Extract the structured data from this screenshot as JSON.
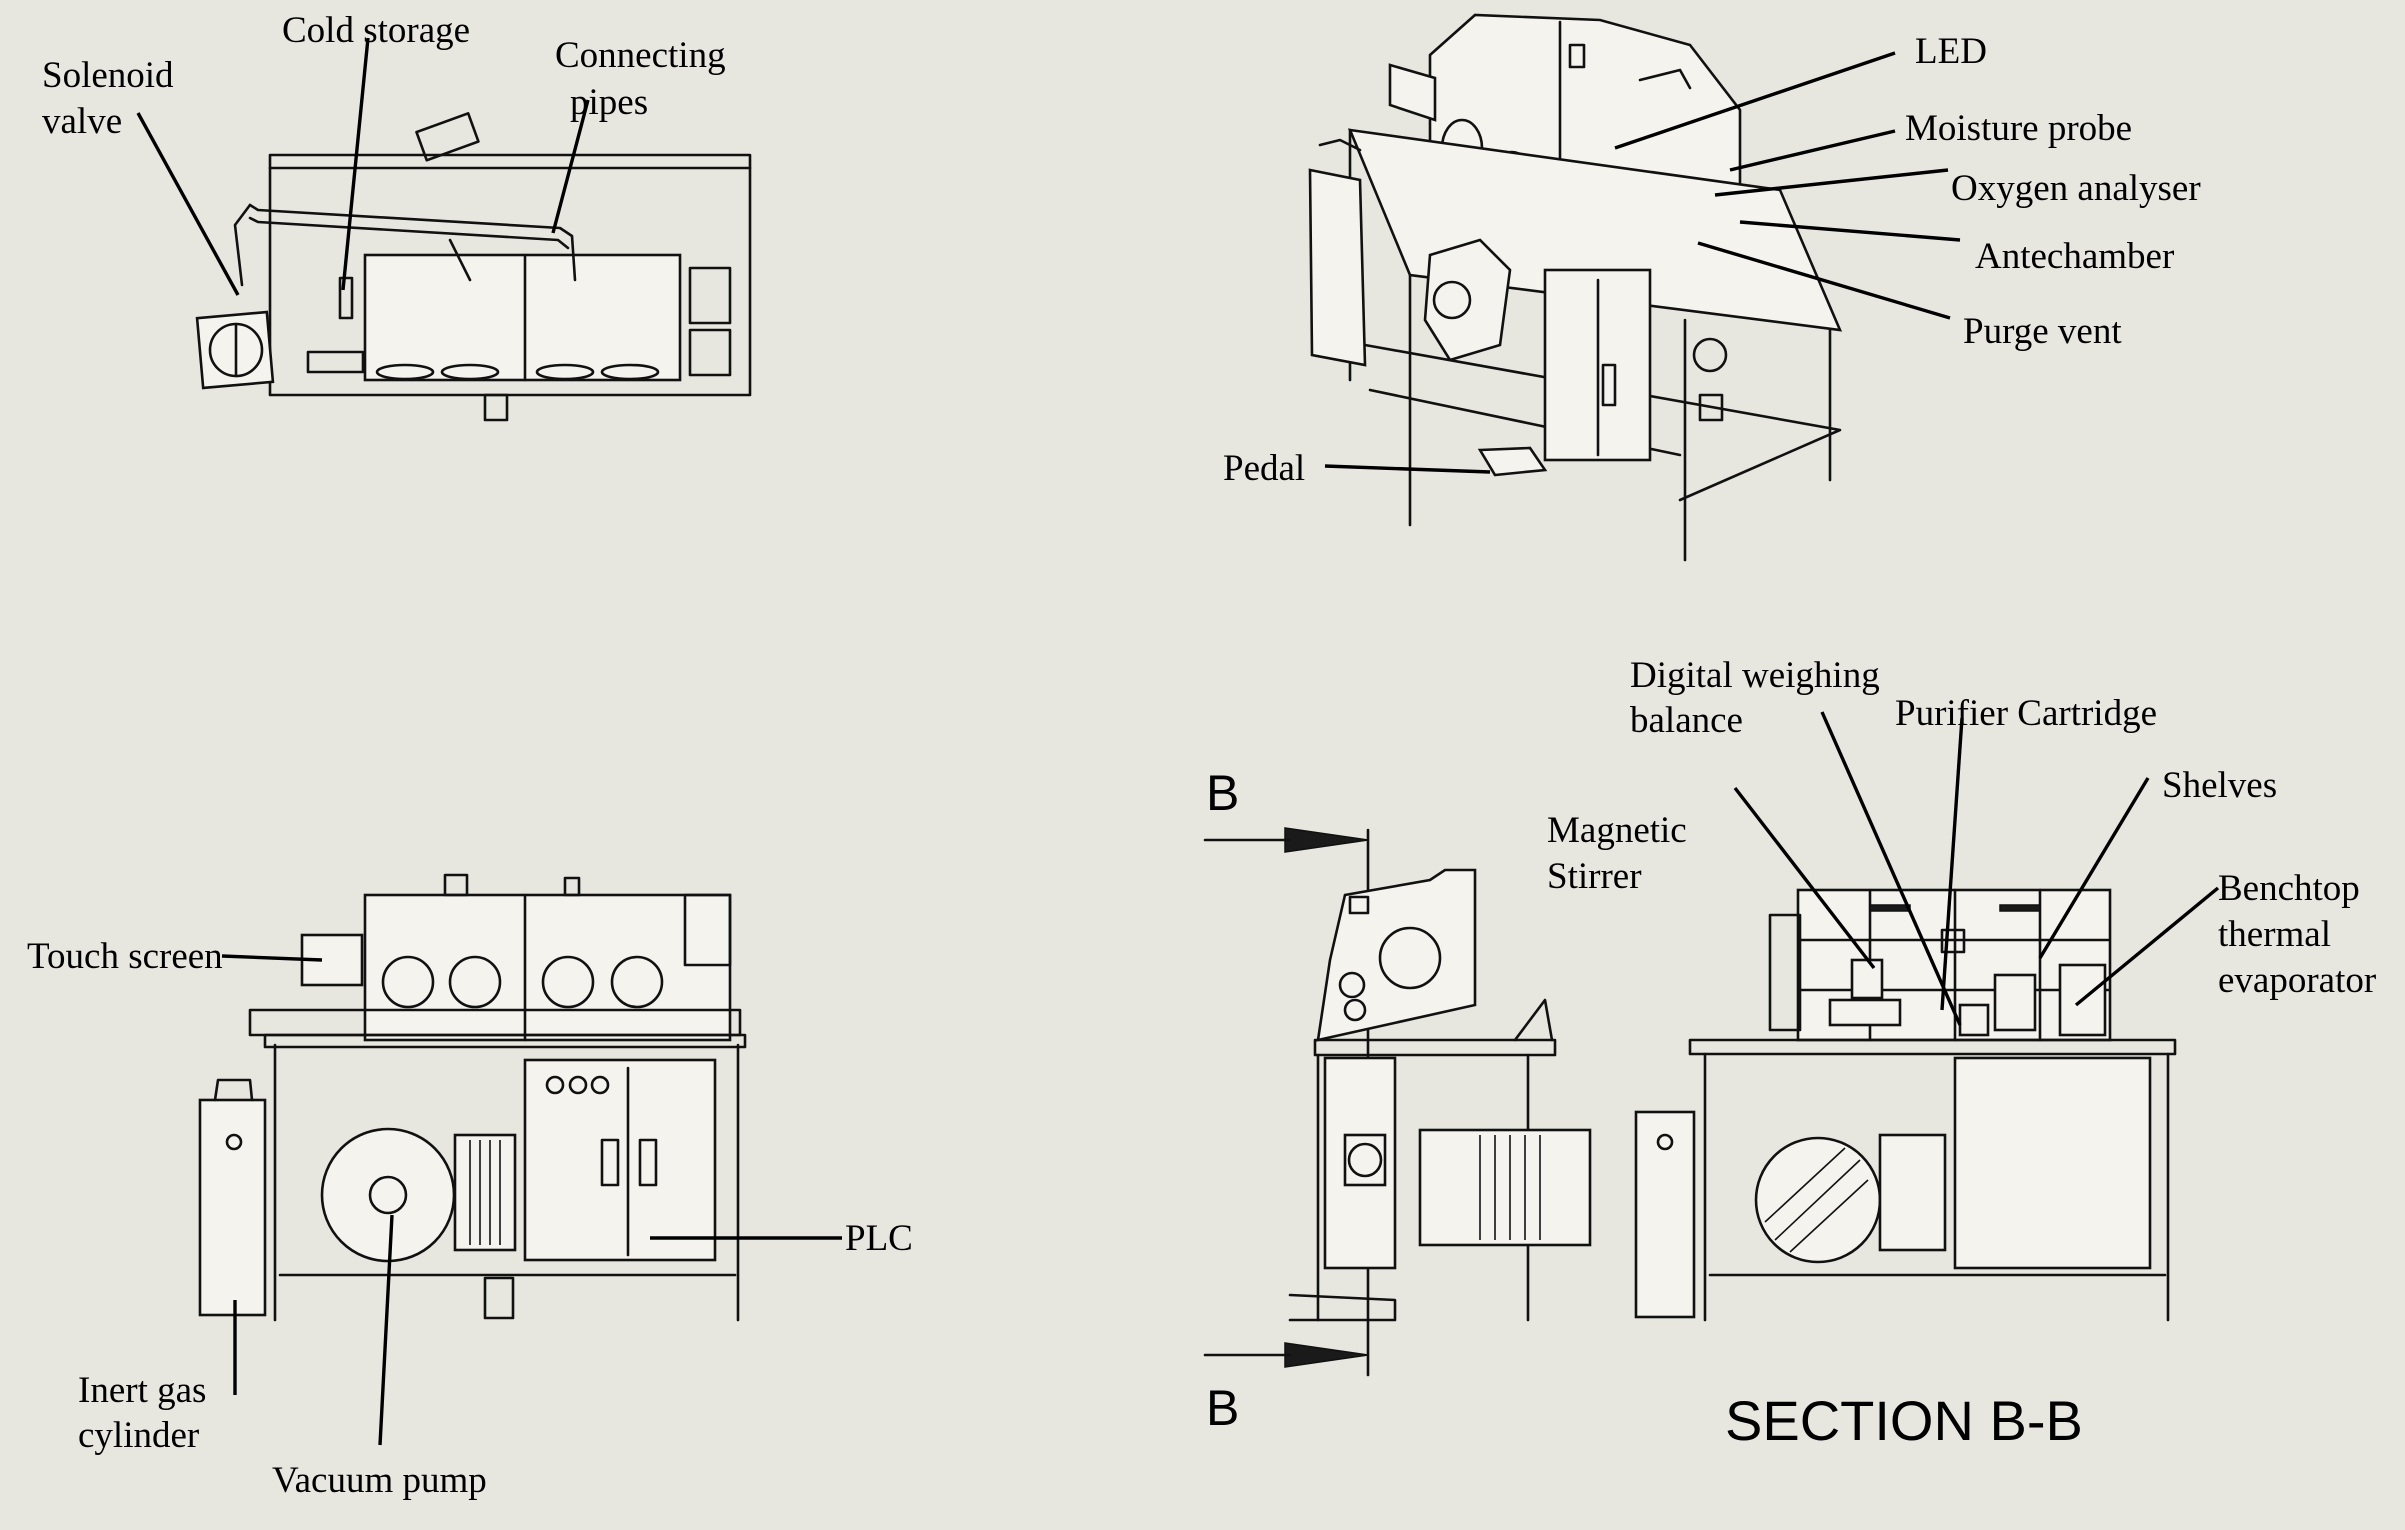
{
  "views": {
    "top": {
      "solenoid_valve": [
        "Solenoid",
        "valve"
      ],
      "cold_storage": "Cold storage",
      "connecting_pipes": [
        "Connecting",
        "pipes"
      ]
    },
    "isometric": {
      "led": "LED",
      "moisture_probe": "Moisture probe",
      "oxygen_analyser": "Oxygen analyser",
      "antechamber": "Antechamber",
      "purge_vent": "Purge vent",
      "pedal": "Pedal"
    },
    "front": {
      "touch_screen": "Touch screen",
      "plc": "PLC",
      "inert_gas_cylinder": [
        "Inert gas",
        "cylinder"
      ],
      "vacuum_pump": "Vacuum pump"
    },
    "section": {
      "cut_mark_top": "B",
      "cut_mark_bottom": "B",
      "title": "SECTION B-B",
      "digital_weighing_balance": [
        "Digital weighing",
        "balance"
      ],
      "purifier_cartridge": "Purifier Cartridge",
      "shelves": "Shelves",
      "magnetic_stirrer": [
        "Magnetic",
        "Stirrer"
      ],
      "benchtop_thermal_evaporator": [
        "Benchtop",
        "thermal",
        "evaporator"
      ]
    }
  }
}
